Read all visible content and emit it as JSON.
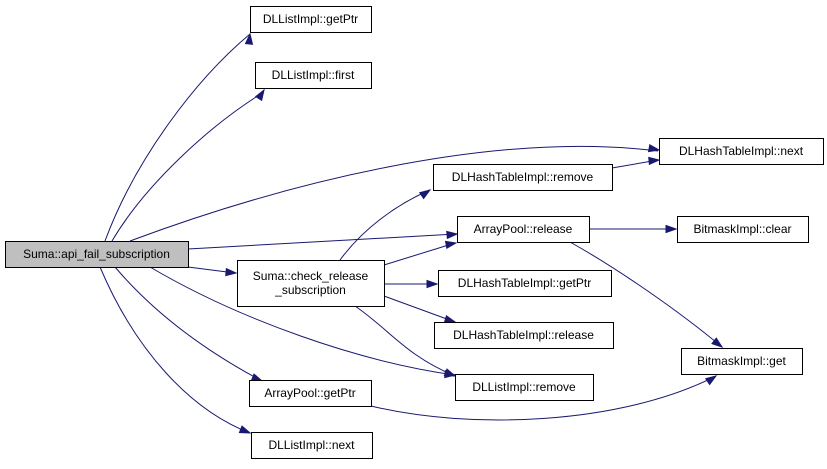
{
  "graph": {
    "colors": {
      "edge": "#191970",
      "root_fill": "#bfbfbf",
      "node_fill": "#ffffff",
      "border": "#000000"
    },
    "nodes": [
      {
        "id": "root",
        "lines": [
          "Suma::api_fail_subscription"
        ],
        "root": true
      },
      {
        "id": "dl_getptr",
        "lines": [
          "DLListImpl::getPtr"
        ]
      },
      {
        "id": "dl_first",
        "lines": [
          "DLListImpl::first"
        ]
      },
      {
        "id": "dh_next",
        "lines": [
          "DLHashTableImpl::next"
        ]
      },
      {
        "id": "dh_remove",
        "lines": [
          "DLHashTableImpl::remove"
        ]
      },
      {
        "id": "ap_release",
        "lines": [
          "ArrayPool::release"
        ]
      },
      {
        "id": "bm_clear",
        "lines": [
          "BitmaskImpl::clear"
        ]
      },
      {
        "id": "check_release",
        "lines": [
          "Suma::check_release",
          "_subscription"
        ]
      },
      {
        "id": "dh_getptr",
        "lines": [
          "DLHashTableImpl::getPtr"
        ]
      },
      {
        "id": "dh_release",
        "lines": [
          "DLHashTableImpl::release"
        ]
      },
      {
        "id": "bm_get",
        "lines": [
          "BitmaskImpl::get"
        ]
      },
      {
        "id": "ap_getptr",
        "lines": [
          "ArrayPool::getPtr"
        ]
      },
      {
        "id": "dl_remove",
        "lines": [
          "DLListImpl::remove"
        ]
      },
      {
        "id": "dl_next",
        "lines": [
          "DLListImpl::next"
        ]
      }
    ],
    "edges": [
      {
        "from": "root",
        "to": "dl_getptr"
      },
      {
        "from": "root",
        "to": "dl_first"
      },
      {
        "from": "root",
        "to": "dh_next"
      },
      {
        "from": "root",
        "to": "ap_release"
      },
      {
        "from": "root",
        "to": "check_release"
      },
      {
        "from": "root",
        "to": "dl_remove"
      },
      {
        "from": "root",
        "to": "ap_getptr"
      },
      {
        "from": "root",
        "to": "dl_next"
      },
      {
        "from": "dh_remove",
        "to": "dh_next"
      },
      {
        "from": "check_release",
        "to": "dh_remove"
      },
      {
        "from": "check_release",
        "to": "ap_release"
      },
      {
        "from": "check_release",
        "to": "dh_getptr"
      },
      {
        "from": "check_release",
        "to": "dh_release"
      },
      {
        "from": "check_release",
        "to": "dl_remove"
      },
      {
        "from": "ap_release",
        "to": "bm_clear"
      },
      {
        "from": "ap_release",
        "to": "bm_get"
      },
      {
        "from": "ap_getptr",
        "to": "bm_get"
      }
    ]
  }
}
